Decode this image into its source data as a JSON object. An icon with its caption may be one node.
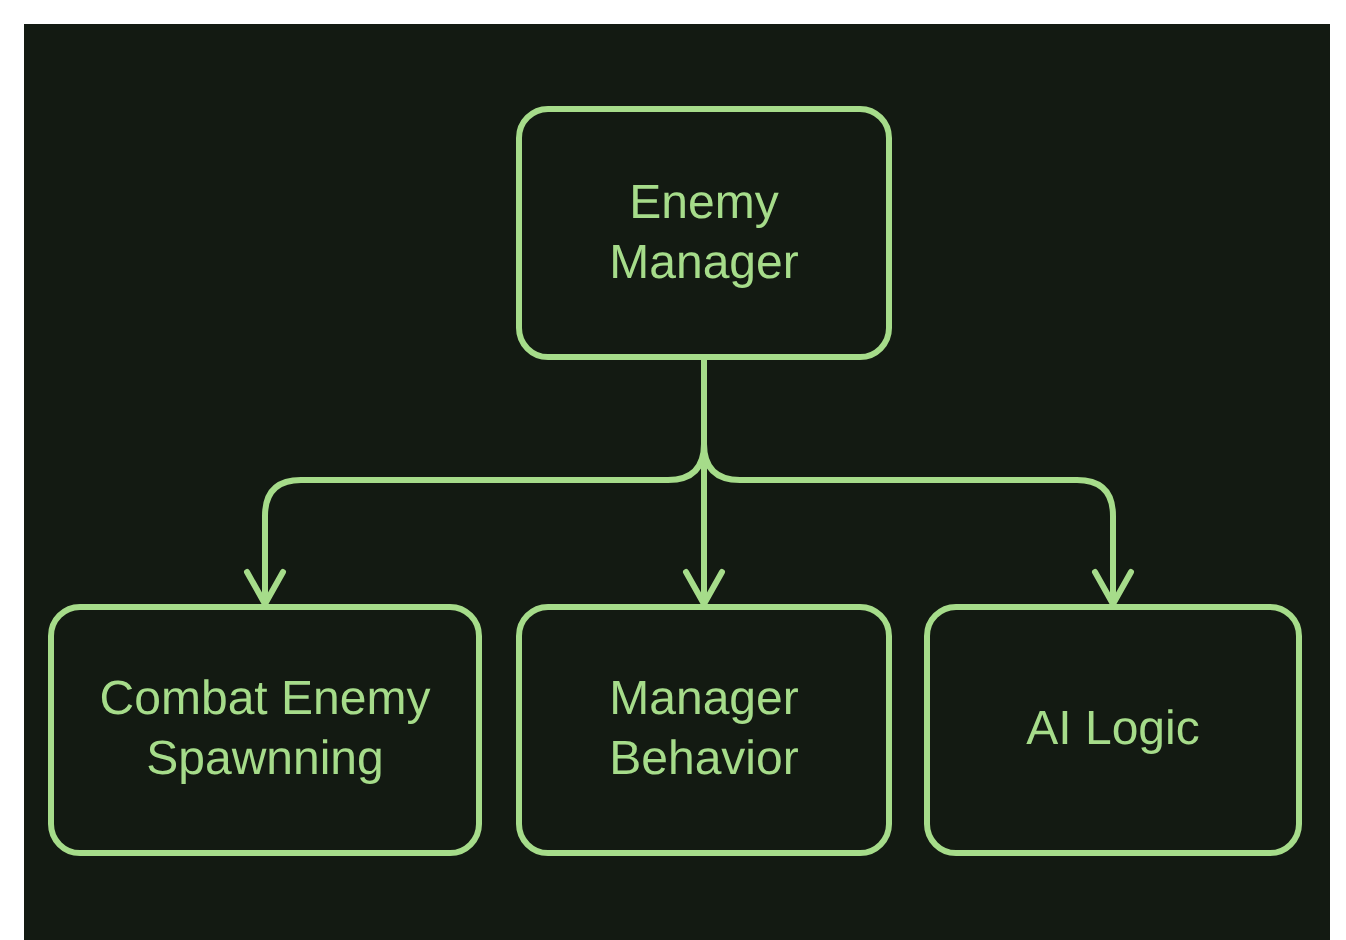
{
  "diagram": {
    "nodes": [
      {
        "text": [
          "Enemy Manager"
        ]
      },
      {
        "text": [
          "Combat Enemy Spawnning"
        ]
      },
      {
        "text": [
          "Manager Behavior"
        ]
      },
      {
        "text": [
          "AI Logic"
        ]
      }
    ],
    "edges": [
      {
        "from": 0,
        "to": 1,
        "arrow": "to"
      },
      {
        "from": 0,
        "to": 2,
        "arrow": "to"
      },
      {
        "from": 0,
        "to": 3,
        "arrow": "to"
      }
    ]
  }
}
